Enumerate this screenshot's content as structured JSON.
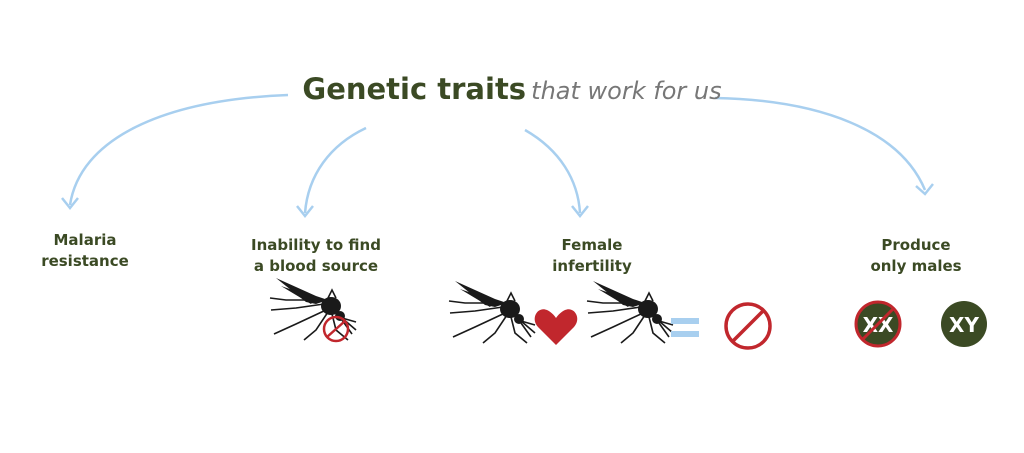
{
  "title": {
    "bold": "Genetic traits",
    "italic": "that work for us"
  },
  "traits": [
    {
      "label": "Malaria resistance",
      "line1": "Malaria",
      "line2": "resistance"
    },
    {
      "label": "Inability to find a blood source",
      "line1": "Inability to find",
      "line2": "a blood source"
    },
    {
      "label": "Female infertility",
      "line1": "Female",
      "line2": "infertility"
    },
    {
      "label": "Produce only males",
      "line1": "Produce",
      "line2": "only males"
    }
  ],
  "chromosomes": {
    "crossed": "XX",
    "kept": "XY"
  },
  "colors": {
    "olive": "#3b4a24",
    "arrow": "#a8cfef",
    "red": "#c1272d"
  }
}
